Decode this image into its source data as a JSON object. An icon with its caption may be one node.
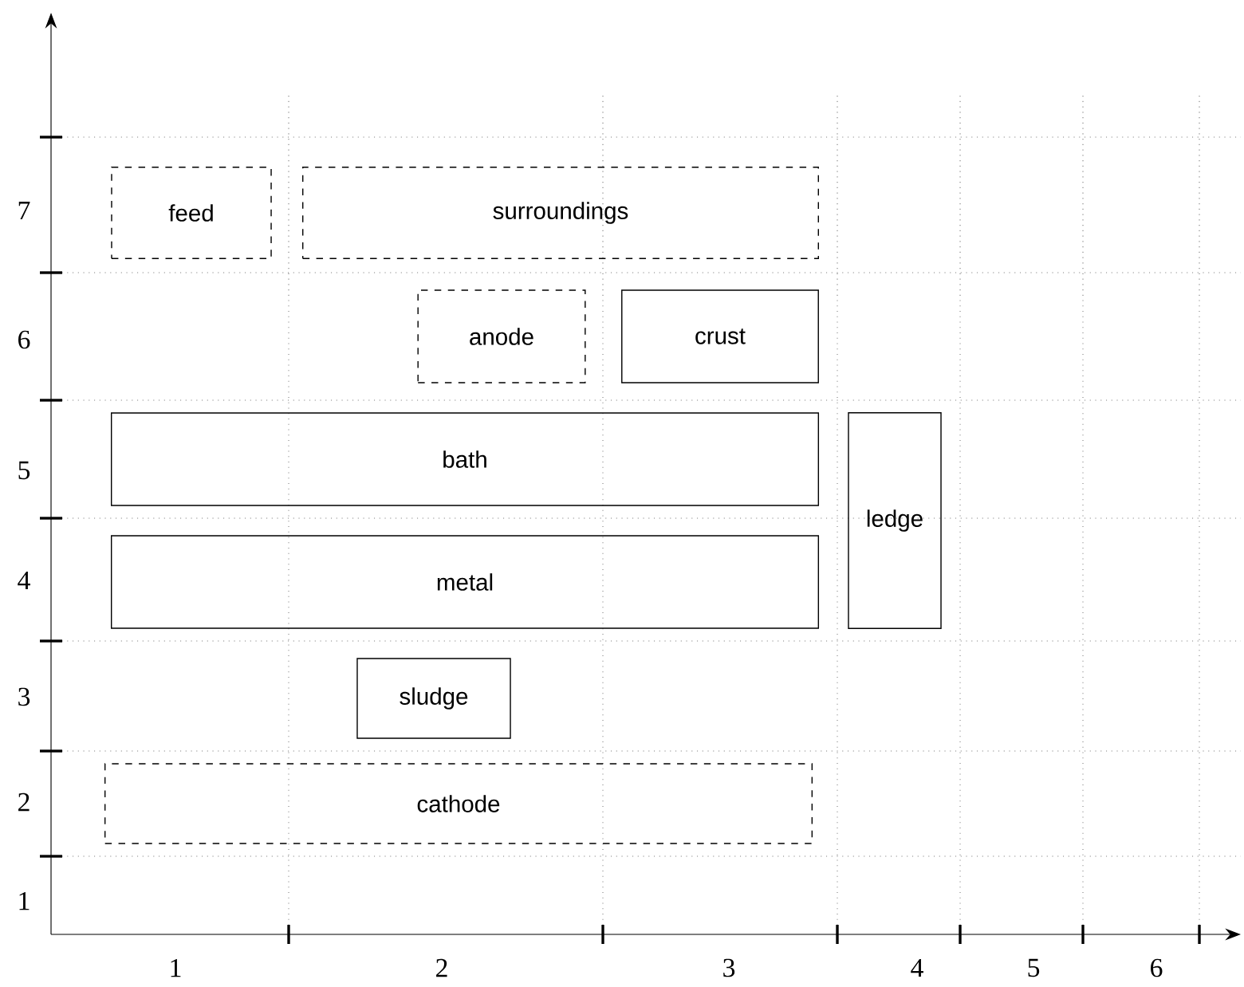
{
  "diagram": {
    "nodes": [
      {
        "text": [
          "feed"
        ]
      },
      {
        "text": [
          "surroundings"
        ]
      },
      {
        "text": [
          "anode"
        ]
      },
      {
        "text": [
          "crust"
        ]
      },
      {
        "text": [
          "bath"
        ]
      },
      {
        "text": [
          "ledge"
        ]
      },
      {
        "text": [
          "metal"
        ]
      },
      {
        "text": [
          "sludge"
        ]
      },
      {
        "text": [
          "cathode"
        ]
      }
    ],
    "labels": [
      "7",
      "6",
      "5",
      "4",
      "3",
      "2",
      "1",
      "1",
      "2",
      "3",
      "4",
      "5",
      "6"
    ]
  }
}
